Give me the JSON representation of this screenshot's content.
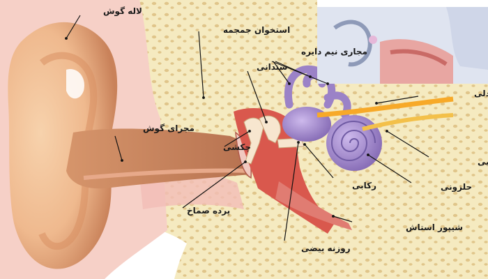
{
  "labels": {
    "ear_lobe": "لاله گوش",
    "skull_bone": "استخوان جمجمه",
    "semicircular_canals": "مجاری نیم دایره",
    "incus": "سندانی",
    "ear_canal": "مجرای گوش",
    "vestibular_nerve": "اعصاب تعادلی",
    "malleus": "چکشی",
    "cochlear_nerve": "اعصاب شنوایی",
    "cochlea": "حلزونی",
    "stapes": "رکابی",
    "eardrum": "پرده صماخ",
    "eustachian_tube": "شیپور استاش",
    "oval_window": "روزنه بیضی"
  },
  "colors": {
    "background": "#ffffff",
    "skin": "#efb98e",
    "skin_shadow": "#c9825a",
    "cartilage": "#f4c6c0",
    "bone": "#f3e7b6",
    "bone_pores": "#e3c98d",
    "inner_ear": "#a98fcf",
    "inner_ear_dark": "#7f64b0",
    "nerve": "#f7a928",
    "middle_ear": "#d9584d",
    "label_text": "#1a1a1a",
    "inset_bg": "#cfd6e8"
  }
}
